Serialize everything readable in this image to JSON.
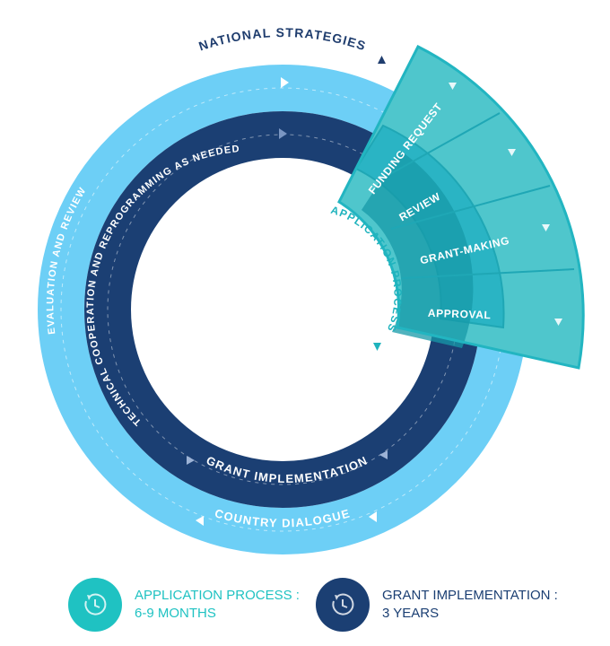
{
  "colors": {
    "outer_ring": "#6dcff6",
    "inner_ring": "#1b3f73",
    "national_text": "#1f3d6e",
    "teal": "#22b5c1",
    "teal_text": "#1fb3bd",
    "panel_light": "#4fc6cc",
    "panel_mid": "#2ab4c4",
    "panel_dark": "#179aa8"
  },
  "labels": {
    "national_strategies": "NATIONAL STRATEGIES",
    "country_dialogue": "COUNTRY DIALOGUE",
    "evaluation_review": "EVALUATION AND REVIEW",
    "technical_cooperation": "TECHNICAL COOPERATION AND REPROGRAMMING AS NEEDED",
    "grant_implementation": "GRANT IMPLEMENTATION",
    "application_process": "APPLICATION PROCESS"
  },
  "process_steps": [
    "FUNDING REQUEST",
    "REVIEW",
    "GRANT-MAKING",
    "APPROVAL"
  ],
  "legend": [
    {
      "label": "APPLICATION PROCESS :",
      "duration": "6-9 MONTHS",
      "color": "#1fc2c2",
      "icon": "clock-icon"
    },
    {
      "label": "GRANT IMPLEMENTATION :",
      "duration": "3 YEARS",
      "color": "#1b3f73",
      "icon": "clock-icon"
    }
  ]
}
